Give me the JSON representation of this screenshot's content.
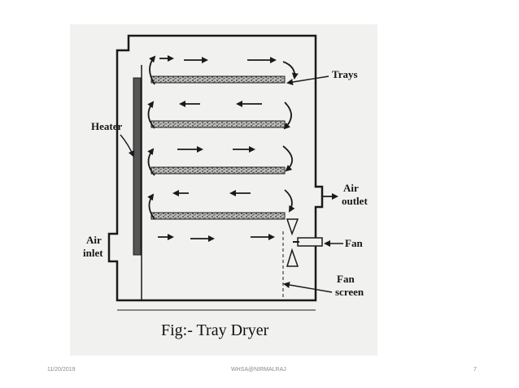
{
  "labels": {
    "trays": "Trays",
    "heater": "Heater",
    "air_inlet_1": "Air",
    "air_inlet_2": "inlet",
    "air_outlet_1": "Air",
    "air_outlet_2": "outlet",
    "fan": "Fan",
    "fan_screen_1": "Fan",
    "fan_screen_2": "screen"
  },
  "caption": "Fig:- Tray Dryer",
  "footer": {
    "date": "11/20/2019",
    "author": "WHSA@NIRMALRAJ",
    "page": "7"
  }
}
